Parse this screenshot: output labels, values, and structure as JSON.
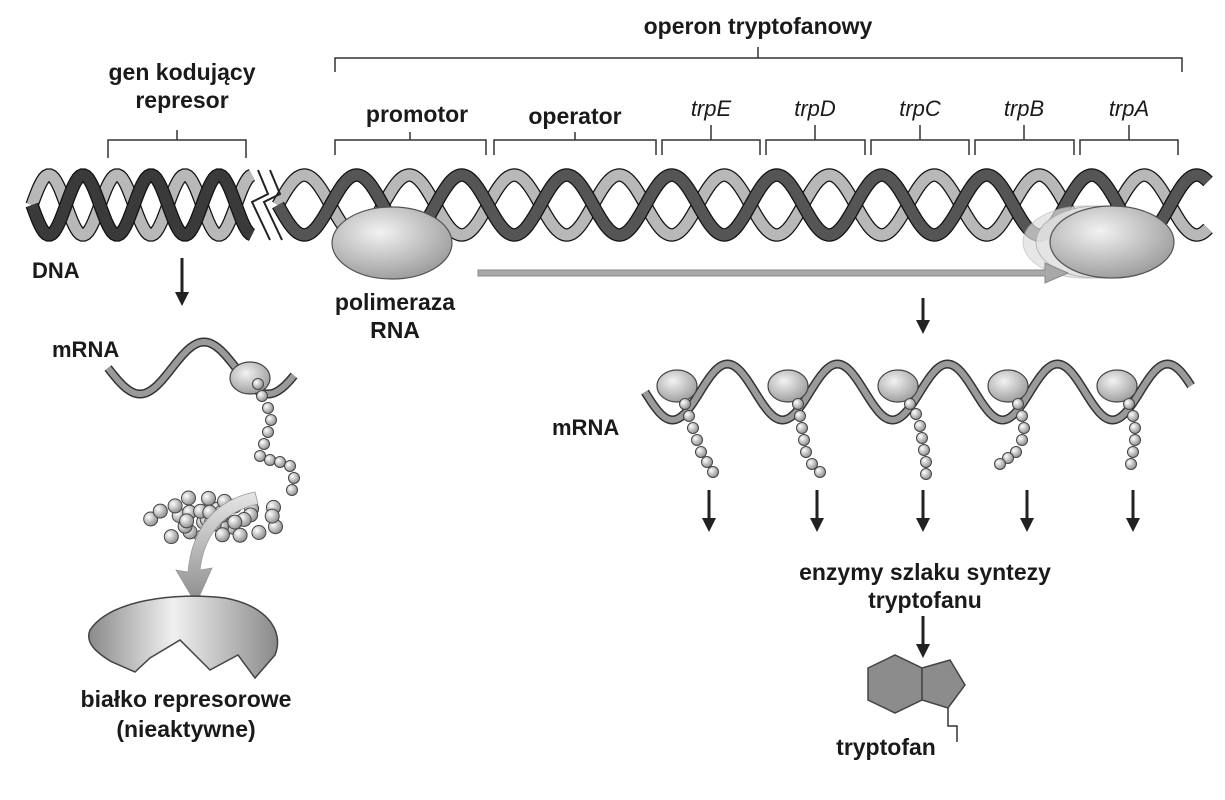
{
  "labels": {
    "operon_title": "operon tryptofanowy",
    "regulator_gene_line1": "gen kodujący",
    "regulator_gene_line2": "represor",
    "promoter": "promotor",
    "operator": "operator",
    "dna": "DNA",
    "polymerase_line1": "polimeraza",
    "polymerase_line2": "RNA",
    "mrna_left": "mRNA",
    "mrna_right": "mRNA",
    "enzymes_line1": "enzymy szlaku syntezy",
    "enzymes_line2": "tryptofanu",
    "tryptophan": "tryptofan",
    "repressor_line1": "białko represorowe",
    "repressor_line2": "(nieaktywne)"
  },
  "genes": [
    "trpE",
    "trpD",
    "trpC",
    "trpB",
    "trpA"
  ]
}
